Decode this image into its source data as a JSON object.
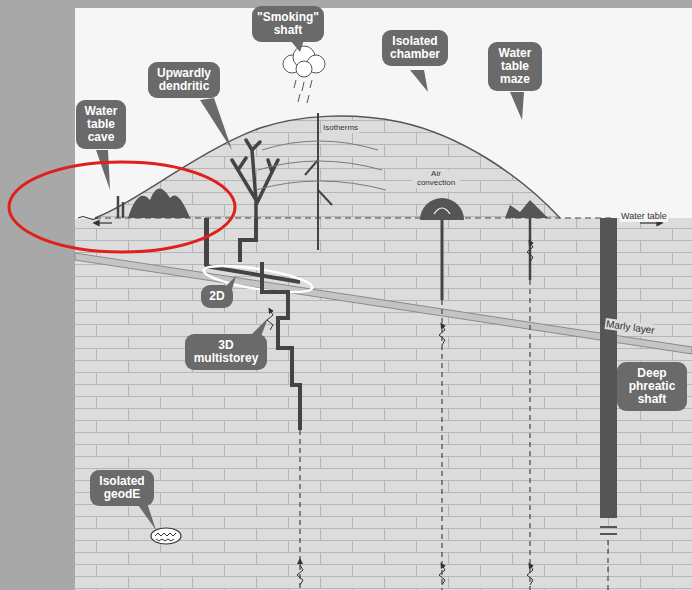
{
  "diagram": {
    "nodes": [
      {
        "text": [
          "Water table cave"
        ]
      },
      {
        "text": [
          "Upwardly dendritic"
        ]
      },
      {
        "text": [
          "\"Smoking\" shaft"
        ]
      },
      {
        "text": [
          "Isolated chamber"
        ]
      },
      {
        "text": [
          "Water table maze"
        ]
      },
      {
        "text": [
          "2D"
        ]
      },
      {
        "text": [
          "3D multistorey"
        ]
      },
      {
        "text": [
          "Isolated geodE"
        ]
      },
      {
        "text": [
          "Deep phreatic shaft"
        ]
      }
    ],
    "labels": [
      "Isotherms",
      "Air convection",
      "Water table",
      "Marly layer"
    ]
  }
}
